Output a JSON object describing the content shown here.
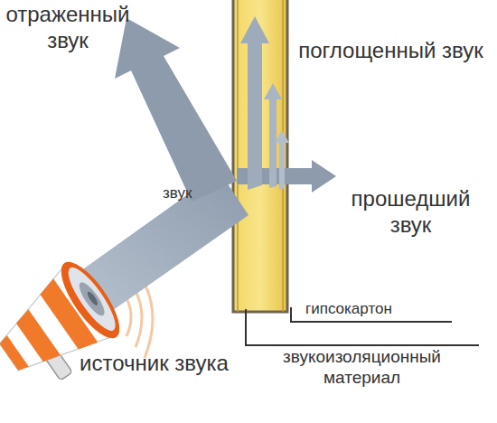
{
  "diagram": {
    "labels": [
      "отраженный звук",
      "поглощенный звук",
      "звук",
      "прошедший звук",
      "источник звука",
      "гипсокартон",
      "звукоизоляционный материал"
    ]
  }
}
